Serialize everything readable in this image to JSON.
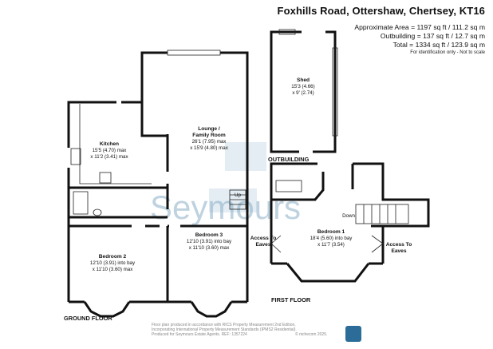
{
  "title": "Foxhills Road, Ottershaw, Chertsey, KT16",
  "areas": {
    "approximate": "Approximate Area = 1197 sq ft / 111.2 sq m",
    "outbuilding": "Outbuilding = 137 sq ft / 12.7 sq m",
    "total": "Total = 1334 sq ft / 123.9 sq m"
  },
  "disclaimer": "For identification only - Not to scale",
  "floors": {
    "ground": "GROUND FLOOR",
    "first": "FIRST FLOOR",
    "outbuilding": "OUTBUILDING"
  },
  "rooms": {
    "kitchen": {
      "name": "Kitchen",
      "dim1": "15'5 (4.70) max",
      "dim2": "x 11'2 (3.41) max"
    },
    "lounge": {
      "name1": "Lounge /",
      "name2": "Family Room",
      "dim1": "26'1 (7.95) max",
      "dim2": "x 15'9 (4.80) max"
    },
    "bedroom2": {
      "name": "Bedroom 2",
      "dim1": "12'10 (3.91) into bay",
      "dim2": "x 11'10 (3.60) max"
    },
    "bedroom3": {
      "name": "Bedroom 3",
      "dim1": "12'10 (3.91) into bay",
      "dim2": "x 11'10 (3.60) max"
    },
    "shed": {
      "name": "Shed",
      "dim1": "15'3 (4.66)",
      "dim2": "x 9' (2.74)"
    },
    "bedroom1": {
      "name": "Bedroom 1",
      "dim1": "18'4 (5.60) into bay",
      "dim2": "x 11'7 (3.54)"
    }
  },
  "labels": {
    "up": "Up",
    "down": "Down",
    "eaves_left_1": "Access To",
    "eaves_left_2": "Eaves",
    "eaves_right_1": "Access To",
    "eaves_right_2": "Eaves"
  },
  "watermark": "Seymours",
  "footer": {
    "line1": "Floor plan produced in accordance with RICS Property Measurement 2nd Edition,",
    "line2": "Incorporating International Property Measurement Standards (IPMS2 Residential).",
    "line3": "Produced for Seymours Estate Agents.",
    "ref": "REF: 1357224",
    "copyright": "© nichecom 2025."
  },
  "colors": {
    "wall": "#111111",
    "watermark": "#2c6c98",
    "watermark_light": "#cfe0ec"
  }
}
